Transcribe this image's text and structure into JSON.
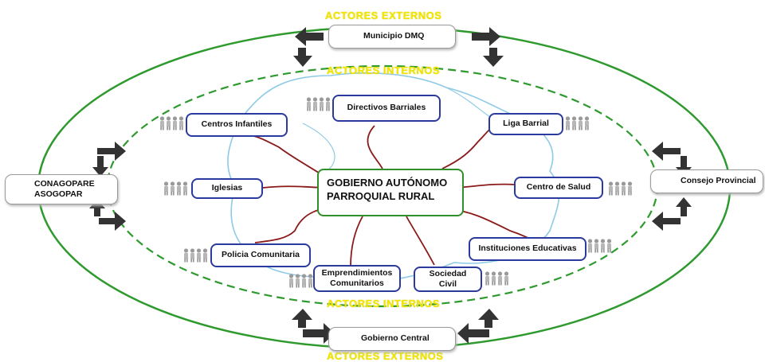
{
  "external_actors_label": "ACTORES EXTERNOS",
  "internal_actors_label": "ACTORES INTERNOS",
  "center_label": "GOBIERNO AUTÓNOMO\nPARROQUIAL RURAL",
  "external_actors": [
    {
      "id": "municipio",
      "label": "Municipio DMQ"
    },
    {
      "id": "consejo",
      "label": "Consejo Provincial"
    },
    {
      "id": "gobierno-central",
      "label": "Gobierno Central"
    },
    {
      "id": "conagopare",
      "label": "CONAGOPARE\nASOGOPAR"
    }
  ],
  "internal_actors": [
    {
      "id": "directivos",
      "label": "Directivos Barriales"
    },
    {
      "id": "centros-infantiles",
      "label": "Centros Infantiles"
    },
    {
      "id": "liga",
      "label": "Liga Barrial"
    },
    {
      "id": "iglesias",
      "label": "Iglesias"
    },
    {
      "id": "salud",
      "label": "Centro de Salud"
    },
    {
      "id": "policia",
      "label": "Policia Comunitaria"
    },
    {
      "id": "instituciones",
      "label": "Instituciones Educativas"
    },
    {
      "id": "emprendimientos",
      "label": "Emprendimientos\nComunitarios"
    },
    {
      "id": "sociedad",
      "label": "Sociedad\nCivil"
    }
  ],
  "colors": {
    "outer_ring": "#2e9a2e",
    "inner_ring": "#2e9a2e",
    "links": "#8b1a1a",
    "web": "#8ecae6",
    "box_border": "#2b3a9e",
    "banner": "#f2e600",
    "arrows": "#333333"
  },
  "icons": [
    "people-group-icon",
    "bidirectional-arrow-icon"
  ]
}
